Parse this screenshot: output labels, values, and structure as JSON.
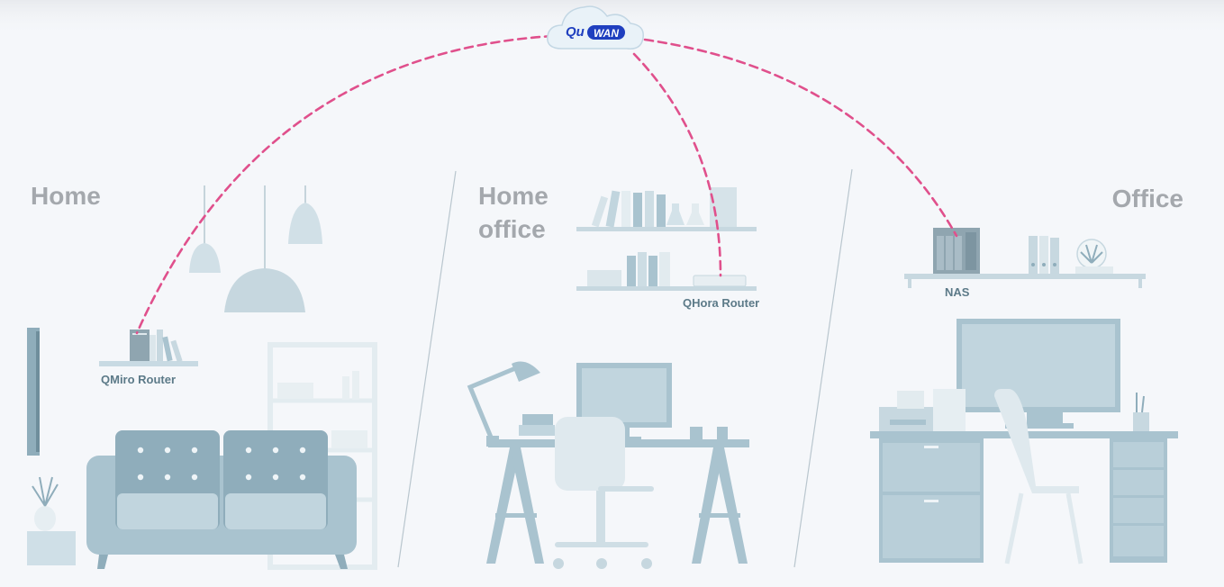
{
  "cloud": {
    "prefix": "Qu",
    "suffix": "WAN",
    "brand_color": "#1f3fbf"
  },
  "zones": [
    {
      "title_lines": [
        "Home"
      ]
    },
    {
      "title_lines": [
        "Home",
        "office"
      ]
    },
    {
      "title_lines": [
        "Office"
      ]
    }
  ],
  "devices": [
    {
      "label": "QMiro Router"
    },
    {
      "label": "QHora Router"
    },
    {
      "label": "NAS"
    }
  ],
  "colors": {
    "background": "#f5f7fa",
    "zone_title": "#a4a8ad",
    "device_label": "#5c7a88",
    "link": "#e0508c",
    "furniture": "#a9c3cf",
    "furniture_dark": "#8fadbb",
    "furniture_light": "#d3e3ea"
  }
}
